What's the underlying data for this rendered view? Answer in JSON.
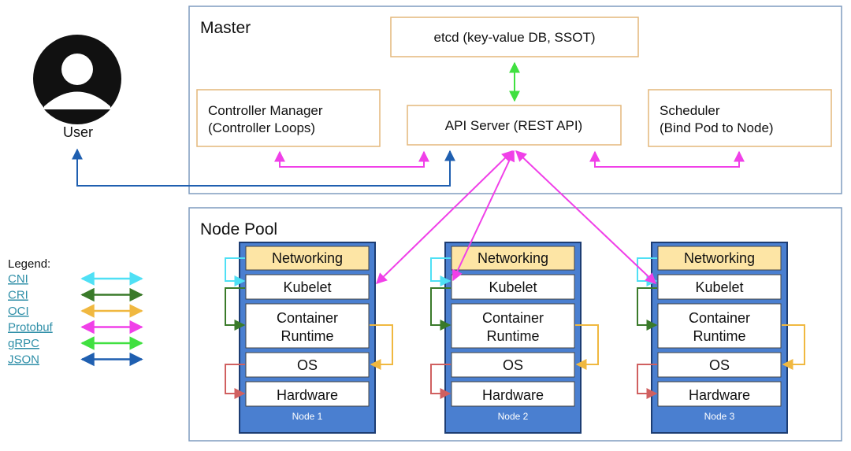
{
  "title": "",
  "master": {
    "label": "Master",
    "etcd": "etcd (key-value DB, SSOT)",
    "controller": {
      "line1": "Controller Manager",
      "line2": "(Controller Loops)"
    },
    "api": "API Server (REST API)",
    "scheduler": {
      "line1": "Scheduler",
      "line2": "(Bind Pod to Node)"
    }
  },
  "user": {
    "label": "User",
    "icon": "user-icon"
  },
  "node_pool": {
    "label": "Node Pool",
    "layers": {
      "networking": "Networking",
      "kubelet": "Kubelet",
      "runtime1": "Container",
      "runtime2": "Runtime",
      "os": "OS",
      "hardware": "Hardware"
    },
    "nodes": [
      "Node 1",
      "Node 2",
      "Node 3"
    ]
  },
  "legend": {
    "title": "Legend:",
    "items": [
      {
        "label": "CNI",
        "color": "#4fe0f5"
      },
      {
        "label": "CRI",
        "color": "#3a7a2a"
      },
      {
        "label": "OCI",
        "color": "#f0b840"
      },
      {
        "label": "Protobuf",
        "color": "#f040e8"
      },
      {
        "label": "gRPC",
        "color": "#40e040"
      },
      {
        "label": "JSON",
        "color": "#1f5fb0"
      }
    ]
  },
  "colors": {
    "border": "#7f9cbf",
    "box_border": "#e4b77a",
    "node_fill": "#4a7fd0",
    "node_border": "#1d3d73",
    "networking_fill": "#fde5a5",
    "os_link": "#d06060",
    "link_text": "#2f8fa8"
  }
}
